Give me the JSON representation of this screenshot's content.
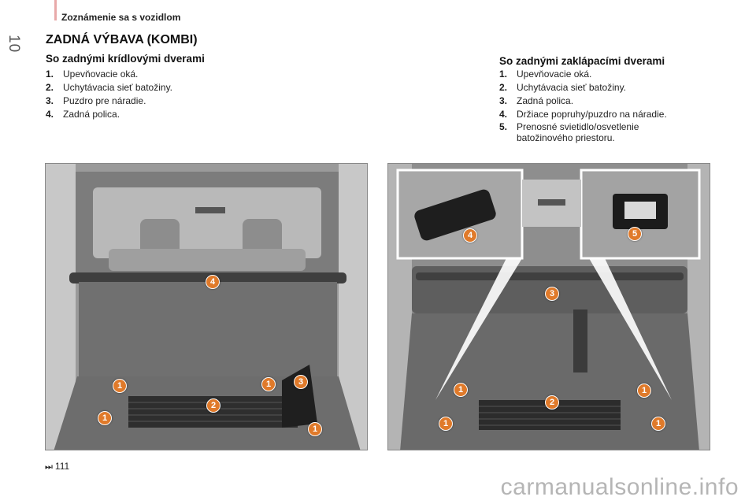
{
  "header": {
    "section_label": "Zoznámenie sa s vozidlom",
    "page_number": "10"
  },
  "title": "ZADNÁ VÝBAVA (KOMBI)",
  "left_column": {
    "subtitle": "So zadnými krídlovými dverami",
    "items": [
      {
        "num": "1.",
        "text": "Upevňovacie oká."
      },
      {
        "num": "2.",
        "text": "Uchytávacia sieť batožiny."
      },
      {
        "num": "3.",
        "text": "Puzdro pre náradie."
      },
      {
        "num": "4.",
        "text": "Zadná polica."
      }
    ]
  },
  "right_column": {
    "subtitle": "So zadnými zaklápacími dverami",
    "items": [
      {
        "num": "1.",
        "text": "Upevňovacie oká."
      },
      {
        "num": "2.",
        "text": "Uchytávacia sieť batožiny."
      },
      {
        "num": "3.",
        "text": "Zadná polica."
      },
      {
        "num": "4.",
        "text": "Držiace popruhy/puzdro na náradie."
      },
      {
        "num": "5.",
        "text": "Prenosné svietidlo/osvetlenie batožinového priestoru."
      }
    ]
  },
  "left_photo": {
    "markers": [
      "4",
      "1",
      "1",
      "3",
      "2",
      "1",
      "1"
    ]
  },
  "right_photo": {
    "markers": [
      "4",
      "5",
      "3",
      "1",
      "1",
      "2",
      "1",
      "1"
    ]
  },
  "footer": {
    "reference": "111",
    "watermark": "carmanualsonline.info"
  },
  "colors": {
    "accent_bar": "#e8a9a9",
    "marker": "#e07a2a",
    "photo_bg": "#8a8a8a"
  }
}
